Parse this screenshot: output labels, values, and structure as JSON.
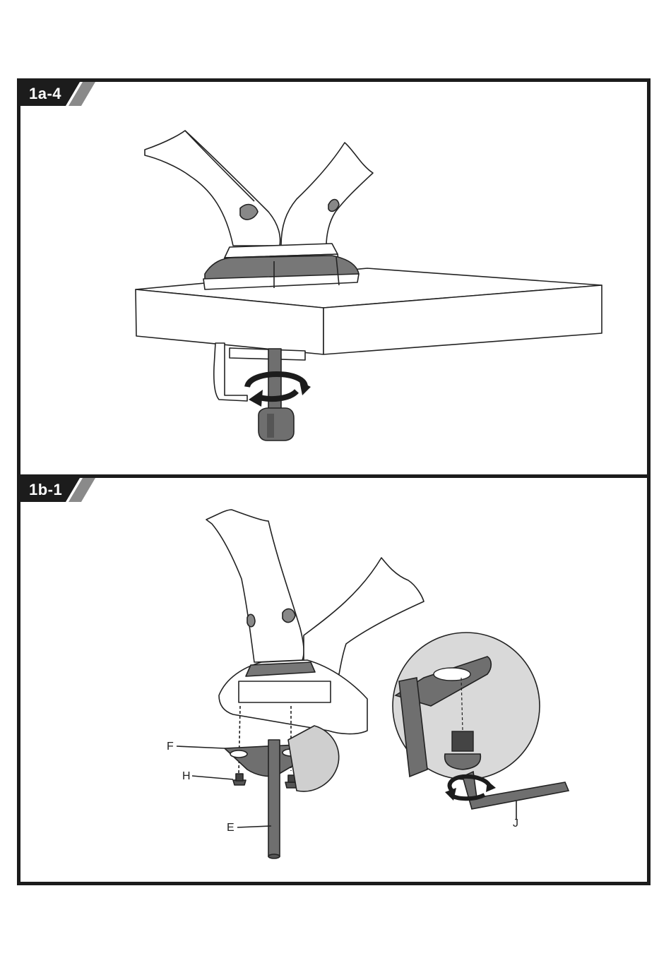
{
  "steps": [
    {
      "label": "1a-4"
    },
    {
      "label": "1b-1"
    }
  ],
  "callouts": {
    "f": "F",
    "h": "H",
    "e": "E",
    "j": "J"
  },
  "colors": {
    "frame": "#1c1c1c",
    "tab_dark": "#1c1c1c",
    "tab_light": "#8a8a8a",
    "metal": "#6f6f6f",
    "zoom_bg": "#d9d9d9"
  },
  "icons": [
    "rotate-arrow-icon",
    "rotate-arrow-icon"
  ]
}
